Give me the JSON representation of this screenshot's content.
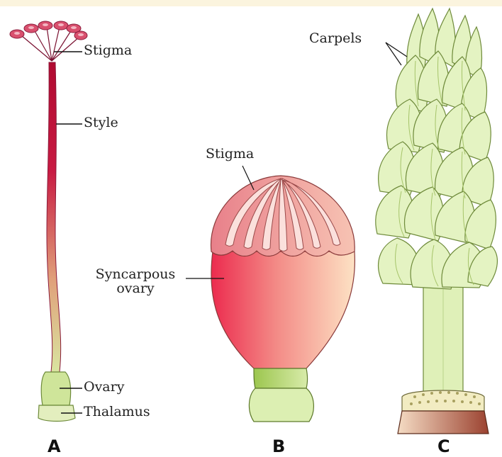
{
  "panels": {
    "a": {
      "letter": "A",
      "labels": {
        "stigma": "Stigma",
        "style": "Style",
        "ovary": "Ovary",
        "thalamus": "Thalamus"
      }
    },
    "b": {
      "letter": "B",
      "labels": {
        "stigma": "Stigma",
        "ovary": "Syncarpous\novary"
      }
    },
    "c": {
      "letter": "C",
      "labels": {
        "carpels": "Carpels"
      }
    }
  },
  "colors": {
    "style_top": "#c2123a",
    "style_bottom": "#e5d49a",
    "ovary_green": "#cfe59a",
    "ovary_pink": "#ee3a5a",
    "ovary_peach": "#fbd3b8",
    "carpel_green": "#ddf0b6",
    "thalamus_brown": "#b0543a"
  }
}
